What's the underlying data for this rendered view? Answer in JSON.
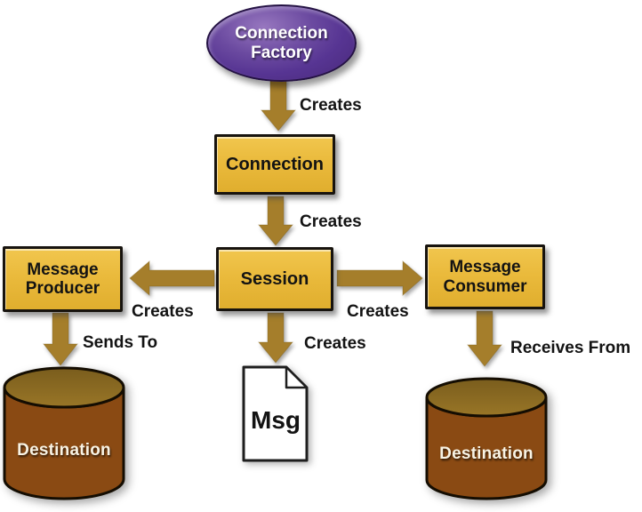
{
  "colors": {
    "background": "#ffffff",
    "arrow": "#a57e2b",
    "node_gold": "#eaba3c",
    "node_gold_border": "#17130e",
    "node_purple": "#5f3f94",
    "cylinder_body": "#8a4a13",
    "cylinder_top_dark": "#7a5d1d",
    "cylinder_top_light": "#997627",
    "document_fill": "#ffffff",
    "text_dark": "#131313",
    "text_light": "#f8f3e4"
  },
  "nodes": {
    "connection_factory": {
      "label": "Connection Factory",
      "shape": "ellipse"
    },
    "connection": {
      "label": "Connection",
      "shape": "rect"
    },
    "session": {
      "label": "Session",
      "shape": "rect"
    },
    "message_producer": {
      "label": "Message Producer",
      "shape": "rect"
    },
    "message_consumer": {
      "label": "Message Consumer",
      "shape": "rect"
    },
    "msg": {
      "label": "Msg",
      "shape": "document"
    },
    "destination_left": {
      "label": "Destination",
      "shape": "cylinder"
    },
    "destination_right": {
      "label": "Destination",
      "shape": "cylinder"
    }
  },
  "edges": {
    "factory_creates_connection": {
      "label": "Creates"
    },
    "connection_creates_session": {
      "label": "Creates"
    },
    "session_creates_producer": {
      "label": "Creates"
    },
    "session_creates_consumer": {
      "label": "Creates"
    },
    "session_creates_msg": {
      "label": "Creates"
    },
    "producer_sends_to": {
      "label": "Sends To"
    },
    "consumer_receives_from": {
      "label": "Receives From"
    }
  }
}
